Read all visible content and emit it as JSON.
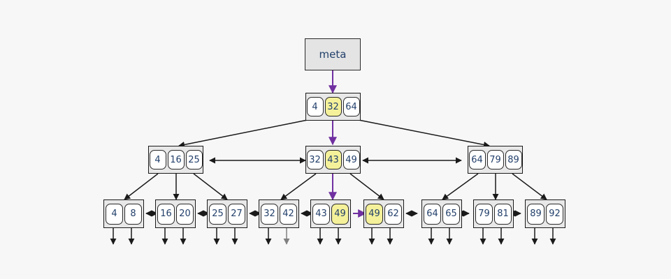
{
  "diagram": {
    "title": "b-plus-tree-search-path",
    "background_color": "#f7f7f7",
    "highlight_color": "#f4f19a",
    "path_color": "#7030a0",
    "edge_color": "#1a1a1a",
    "muted_edge_color": "#808080",
    "node_fill": "#e8e8e8",
    "cell_fill": "#ffffff",
    "text_color": "#23406b"
  },
  "meta": {
    "label": "meta"
  },
  "root": {
    "name": "root-node",
    "keys": [
      {
        "value": "4",
        "highlighted": false
      },
      {
        "value": "32",
        "highlighted": true
      },
      {
        "value": "64",
        "highlighted": false
      }
    ]
  },
  "internal_nodes": [
    {
      "name": "internal-node-left",
      "keys": [
        {
          "value": "4",
          "highlighted": false
        },
        {
          "value": "16",
          "highlighted": false
        },
        {
          "value": "25",
          "highlighted": false
        }
      ]
    },
    {
      "name": "internal-node-middle",
      "keys": [
        {
          "value": "32",
          "highlighted": false
        },
        {
          "value": "43",
          "highlighted": true
        },
        {
          "value": "49",
          "highlighted": false
        }
      ]
    },
    {
      "name": "internal-node-right",
      "keys": [
        {
          "value": "64",
          "highlighted": false
        },
        {
          "value": "79",
          "highlighted": false
        },
        {
          "value": "89",
          "highlighted": false
        }
      ]
    }
  ],
  "leaf_nodes": [
    {
      "name": "leaf-node-1",
      "keys": [
        {
          "value": "4",
          "highlighted": false
        },
        {
          "value": "8",
          "highlighted": false
        }
      ]
    },
    {
      "name": "leaf-node-2",
      "keys": [
        {
          "value": "16",
          "highlighted": false
        },
        {
          "value": "20",
          "highlighted": false
        }
      ]
    },
    {
      "name": "leaf-node-3",
      "keys": [
        {
          "value": "25",
          "highlighted": false
        },
        {
          "value": "27",
          "highlighted": false
        }
      ]
    },
    {
      "name": "leaf-node-4",
      "keys": [
        {
          "value": "32",
          "highlighted": false
        },
        {
          "value": "42",
          "highlighted": false
        }
      ]
    },
    {
      "name": "leaf-node-5",
      "keys": [
        {
          "value": "43",
          "highlighted": false
        },
        {
          "value": "49",
          "highlighted": true
        }
      ]
    },
    {
      "name": "leaf-node-6",
      "keys": [
        {
          "value": "49",
          "highlighted": true
        },
        {
          "value": "62",
          "highlighted": false
        }
      ]
    },
    {
      "name": "leaf-node-7",
      "keys": [
        {
          "value": "64",
          "highlighted": false
        },
        {
          "value": "65",
          "highlighted": false
        }
      ]
    },
    {
      "name": "leaf-node-8",
      "keys": [
        {
          "value": "79",
          "highlighted": false
        },
        {
          "value": "81",
          "highlighted": false
        }
      ]
    },
    {
      "name": "leaf-node-9",
      "keys": [
        {
          "value": "89",
          "highlighted": false
        },
        {
          "value": "92",
          "highlighted": false
        }
      ]
    }
  ]
}
